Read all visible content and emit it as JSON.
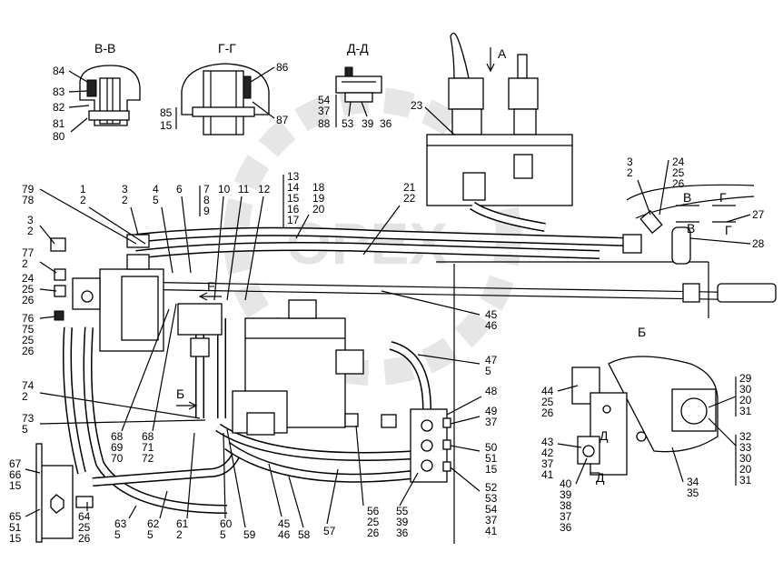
{
  "watermark": "OPEX",
  "sections": {
    "bb": "В-В",
    "gg": "Г-Г",
    "dd": "Д-Д",
    "b_view": "Б",
    "a_view": "А"
  },
  "flow_marks": {
    "e": "Е",
    "b": "Б",
    "v": "В",
    "g": "Г",
    "v2": "В",
    "g2": "Г",
    "d1": "Д",
    "d2": "Д"
  },
  "callouts": {
    "bb": [
      "84",
      "83",
      "82",
      "81",
      "80"
    ],
    "gg_left": [
      "85",
      "15"
    ],
    "gg_right": [
      "86",
      "87"
    ],
    "dd_left": [
      "54",
      "37",
      "88"
    ],
    "dd_bottom": [
      "53",
      "39",
      "36"
    ],
    "c23": [
      "23"
    ],
    "top_row": [
      [
        "79",
        "78"
      ],
      [
        "1",
        "2"
      ],
      [
        "3",
        "2"
      ],
      [
        "4",
        "5"
      ],
      [
        "6"
      ],
      [
        "7",
        "8",
        "9"
      ],
      [
        "10"
      ],
      [
        "11"
      ],
      [
        "12"
      ],
      [
        "13",
        "14",
        "15",
        "16",
        "17"
      ],
      [
        "18",
        "19",
        "20"
      ],
      [
        "21",
        "22"
      ]
    ],
    "left_col": [
      [
        "3",
        "2"
      ],
      [
        "77",
        "2"
      ],
      [
        "24",
        "25",
        "26"
      ],
      [
        "76",
        "75",
        "25",
        "26"
      ],
      [
        "74",
        "2"
      ],
      [
        "73",
        "5"
      ],
      [
        "67",
        "66",
        "15"
      ],
      [
        "65",
        "51",
        "15"
      ]
    ],
    "right_top": [
      [
        "3",
        "2"
      ],
      [
        "24",
        "25",
        "26"
      ],
      [
        "27"
      ],
      [
        "28"
      ]
    ],
    "right_mid": [
      [
        "45",
        "46"
      ],
      [
        "47",
        "5"
      ],
      [
        "48"
      ],
      [
        "49",
        "37"
      ],
      [
        "50",
        "51",
        "15"
      ],
      [
        "52",
        "53",
        "54",
        "37",
        "41"
      ]
    ],
    "bottom_row": [
      [
        "64",
        "25",
        "26"
      ],
      [
        "63",
        "5"
      ],
      [
        "62",
        "5"
      ],
      [
        "61",
        "2"
      ],
      [
        "60",
        "5"
      ],
      [
        "59"
      ],
      [
        "45",
        "46"
      ],
      [
        "58"
      ],
      [
        "57"
      ],
      [
        "56",
        "25",
        "26"
      ],
      [
        "55",
        "39",
        "36"
      ]
    ],
    "mid_left": [
      [
        "68",
        "69",
        "70"
      ],
      [
        "68",
        "71",
        "72"
      ]
    ],
    "view_b_left": [
      [
        "44",
        "25",
        "26"
      ],
      [
        "43",
        "42",
        "37",
        "41"
      ],
      [
        "40",
        "39",
        "38",
        "37",
        "36"
      ]
    ],
    "view_b_right": [
      [
        "29",
        "30",
        "20",
        "31"
      ],
      [
        "32",
        "33",
        "30",
        "20",
        "31"
      ],
      [
        "34",
        "35"
      ]
    ]
  }
}
